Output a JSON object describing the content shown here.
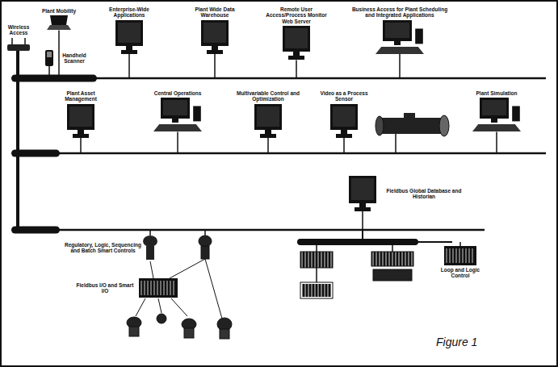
{
  "diagram": {
    "caption": "Figure 1",
    "nodes": [
      {
        "text": [
          "Wireless Access"
        ]
      },
      {
        "text": [
          "Plant Mobility"
        ]
      },
      {
        "text": [
          "Handheld Scanner"
        ]
      },
      {
        "text": [
          "Enterprise-Wide Applications"
        ]
      },
      {
        "text": [
          "Plant Wide Data Warehouse"
        ]
      },
      {
        "text": [
          "Remote User Access/Process Monitor Web Server"
        ]
      },
      {
        "text": [
          "Business Access for Plant Scheduling and Integrated Applications"
        ]
      },
      {
        "text": [
          "Plant Asset Management"
        ]
      },
      {
        "text": [
          "Central Operations"
        ]
      },
      {
        "text": [
          "Multivariable Control and Optimization"
        ]
      },
      {
        "text": [
          "Video as a Process Sensor"
        ]
      },
      {
        "text": [
          "Plant Simulation"
        ]
      },
      {
        "text": [
          "Fieldbus Global Database and Historian"
        ]
      },
      {
        "text": [
          "Regulatory, Logic, Sequencing and Batch Smart Controls"
        ]
      },
      {
        "text": [
          "Fieldbus I/O and Smart I/O"
        ]
      },
      {
        "text": [
          "Loop and Logic Control"
        ]
      }
    ]
  }
}
